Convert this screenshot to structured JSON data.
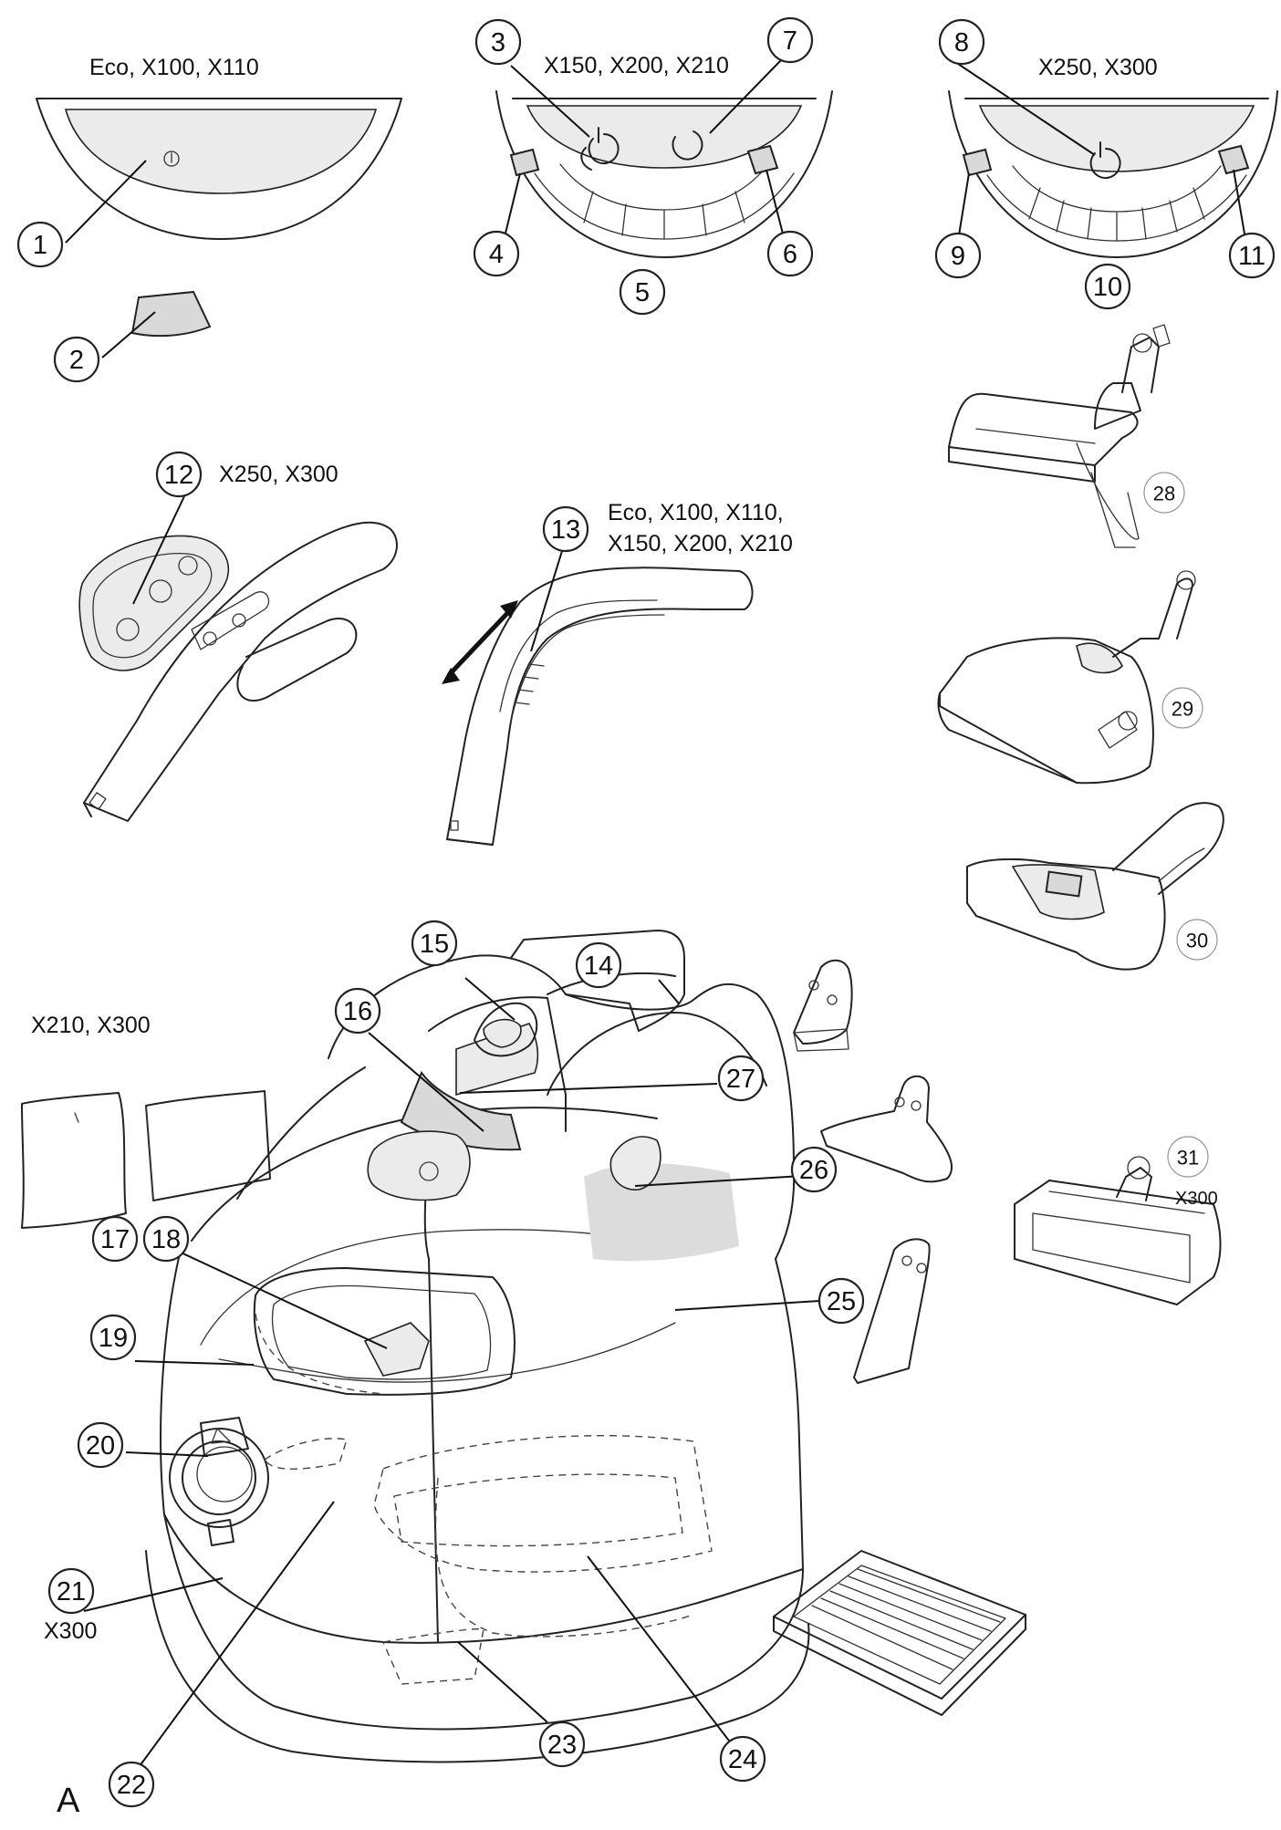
{
  "figure_letter": "A",
  "model_labels": {
    "panel_eco": "Eco, X100, X110",
    "panel_x150": "X150, X200, X210",
    "panel_x250": "X250, X300",
    "handle_x250": "X250, X300",
    "handle_eco_line1": "Eco, X100, X110,",
    "handle_eco_line2": "X150, X200, X210",
    "filters_x210": "X210, X300",
    "part21_x300": "X300",
    "part31_x300": "X300"
  },
  "callouts": [
    {
      "id": "callout-1",
      "number": "1"
    },
    {
      "id": "callout-2",
      "number": "2"
    },
    {
      "id": "callout-3",
      "number": "3"
    },
    {
      "id": "callout-4",
      "number": "4"
    },
    {
      "id": "callout-5",
      "number": "5"
    },
    {
      "id": "callout-6",
      "number": "6"
    },
    {
      "id": "callout-7",
      "number": "7"
    },
    {
      "id": "callout-8",
      "number": "8"
    },
    {
      "id": "callout-9",
      "number": "9"
    },
    {
      "id": "callout-10",
      "number": "10"
    },
    {
      "id": "callout-11",
      "number": "11"
    },
    {
      "id": "callout-12",
      "number": "12"
    },
    {
      "id": "callout-13",
      "number": "13"
    },
    {
      "id": "callout-14",
      "number": "14"
    },
    {
      "id": "callout-15",
      "number": "15"
    },
    {
      "id": "callout-16",
      "number": "16"
    },
    {
      "id": "callout-17",
      "number": "17"
    },
    {
      "id": "callout-18",
      "number": "18"
    },
    {
      "id": "callout-19",
      "number": "19"
    },
    {
      "id": "callout-20",
      "number": "20"
    },
    {
      "id": "callout-21",
      "number": "21"
    },
    {
      "id": "callout-22",
      "number": "22"
    },
    {
      "id": "callout-23",
      "number": "23"
    },
    {
      "id": "callout-24",
      "number": "24"
    },
    {
      "id": "callout-25",
      "number": "25"
    },
    {
      "id": "callout-26",
      "number": "26"
    },
    {
      "id": "callout-27",
      "number": "27"
    },
    {
      "id": "callout-28",
      "number": "28"
    },
    {
      "id": "callout-29",
      "number": "29"
    },
    {
      "id": "callout-30",
      "number": "30"
    },
    {
      "id": "callout-31",
      "number": "31"
    }
  ]
}
